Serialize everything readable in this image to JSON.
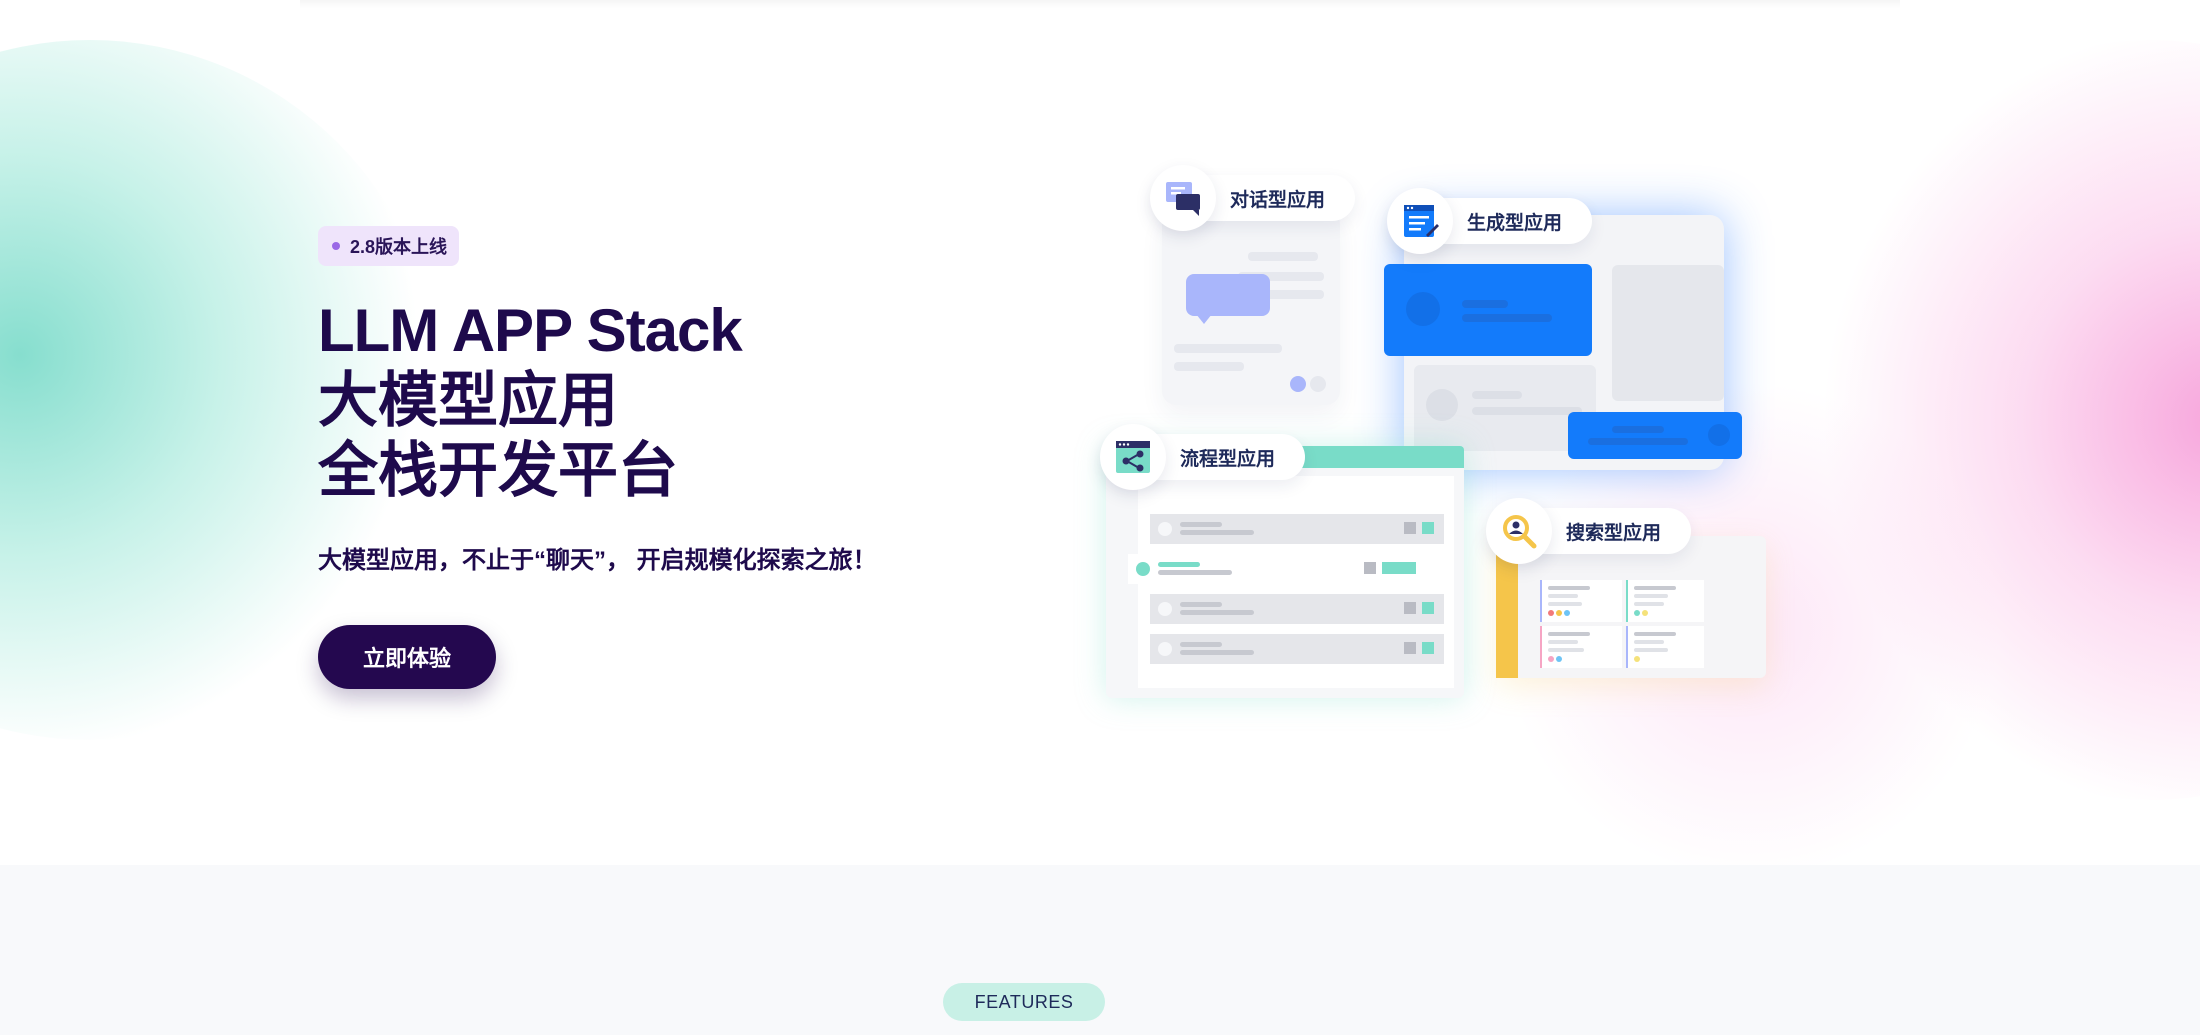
{
  "hero": {
    "badge": "2.8版本上线",
    "title_line1": "LLM APP Stack",
    "title_line2": "大模型应用",
    "title_line3": "全栈开发平台",
    "subtitle": "大模型应用，不止于“聊天”， 开启规模化探索之旅！",
    "cta_label": "立即体验"
  },
  "illustration": {
    "chat_label": "对话型应用",
    "generate_label": "生成型应用",
    "flow_label": "流程型应用",
    "search_label": "搜索型应用"
  },
  "features": {
    "label": "FEATURES"
  },
  "colors": {
    "primary": "#24084f",
    "accent_teal": "#79dcc8",
    "accent_blue": "#137bfb",
    "accent_purple": "#a9b6fb",
    "accent_yellow": "#f5c54a"
  }
}
